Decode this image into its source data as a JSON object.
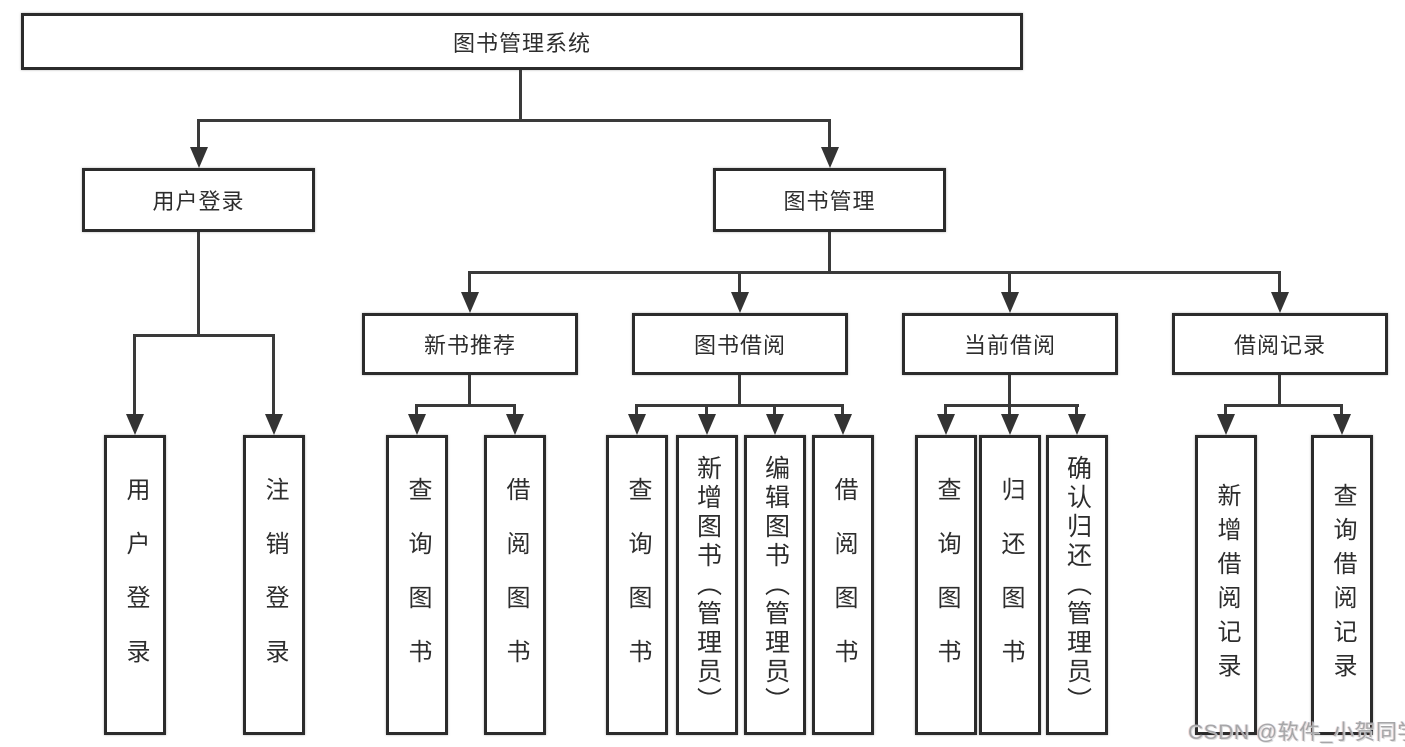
{
  "diagram": {
    "root": "图书管理系统",
    "level2": {
      "user_login": "用户登录",
      "book_management": "图书管理"
    },
    "level3": {
      "new_book_recommend": "新书推荐",
      "book_borrowing": "图书借阅",
      "current_borrowing": "当前借阅",
      "borrowing_records": "借阅记录"
    },
    "leaves": {
      "user_login": [
        "用户登录",
        "注销登录"
      ],
      "new_book_recommend": [
        "查询图书",
        "借阅图书"
      ],
      "book_borrowing": [
        "查询图书",
        "新增图书（管理员）",
        "编辑图书（管理员）",
        "借阅图书"
      ],
      "current_borrowing": [
        "查询图书",
        "归还图书",
        "确认归还（管理员）"
      ],
      "borrowing_records": [
        "新增借阅记录",
        "查询借阅记录"
      ]
    }
  },
  "watermark": "CSDN @软件_小贺同学",
  "colors": {
    "background": "#ffffff",
    "box_border": "#2b2b2b",
    "line": "#3a3a3a",
    "arrow": "#333333",
    "text": "#2d2d2d",
    "watermark": "#a6a6a8"
  }
}
